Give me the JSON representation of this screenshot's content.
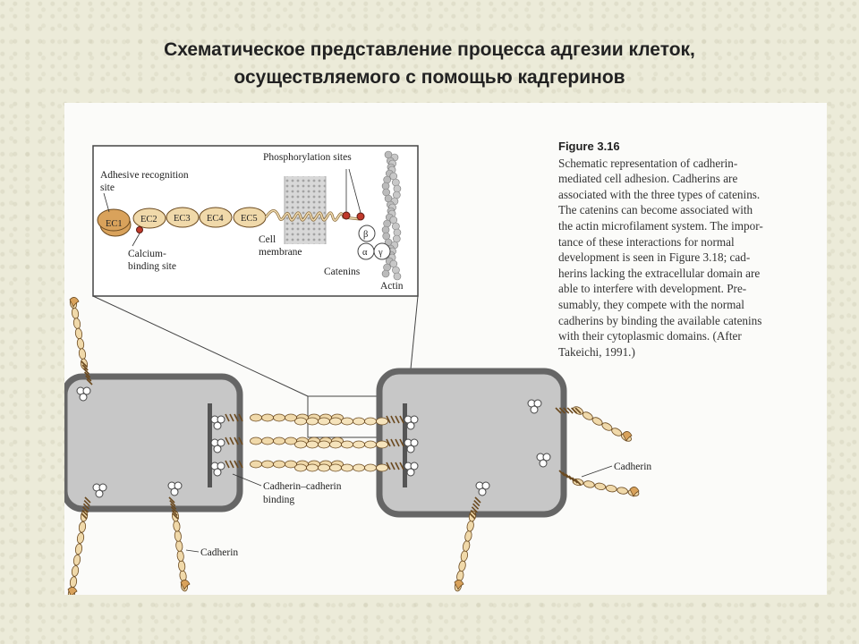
{
  "slide": {
    "title_line1": "Схематическое представление процесса адгезии клеток,",
    "title_line2": "осуществляемого с помощью кадгеринов"
  },
  "caption": {
    "figure_label": "Figure 3.16",
    "lines": [
      "Schematic representation of cadherin-",
      "mediated cell adhesion. Cadherins are",
      "associated with the three types of catenins.",
      "The catenins can become associated with",
      "the actin microfilament system. The impor-",
      "tance of these interactions for normal",
      "development is seen in Figure 3.18; cad-",
      "herins lacking the extracellular domain are",
      "able to interfere with development. Pre-",
      "sumably, they compete with the normal",
      "cadherins by binding the available catenins",
      "with their cytoplasmic domains. (After",
      "Takeichi, 1991.)"
    ]
  },
  "inset": {
    "adhesive_site_1": "Adhesive recognition",
    "adhesive_site_2": "site",
    "phosphorylation": "Phosphorylation sites",
    "domains": [
      "EC1",
      "EC2",
      "EC3",
      "EC4",
      "EC5"
    ],
    "calcium_1": "Calcium-",
    "calcium_2": "binding site",
    "membrane_1": "Cell",
    "membrane_2": "membrane",
    "catenins": "Catenins",
    "actin": "Actin",
    "beta": "β",
    "alpha": "α",
    "gamma": "γ"
  },
  "cells": {
    "binding_1": "Cadherin–cadherin",
    "binding_2": "binding",
    "cadherin_left": "Cadherin",
    "cadherin_right": "Cadherin"
  }
}
